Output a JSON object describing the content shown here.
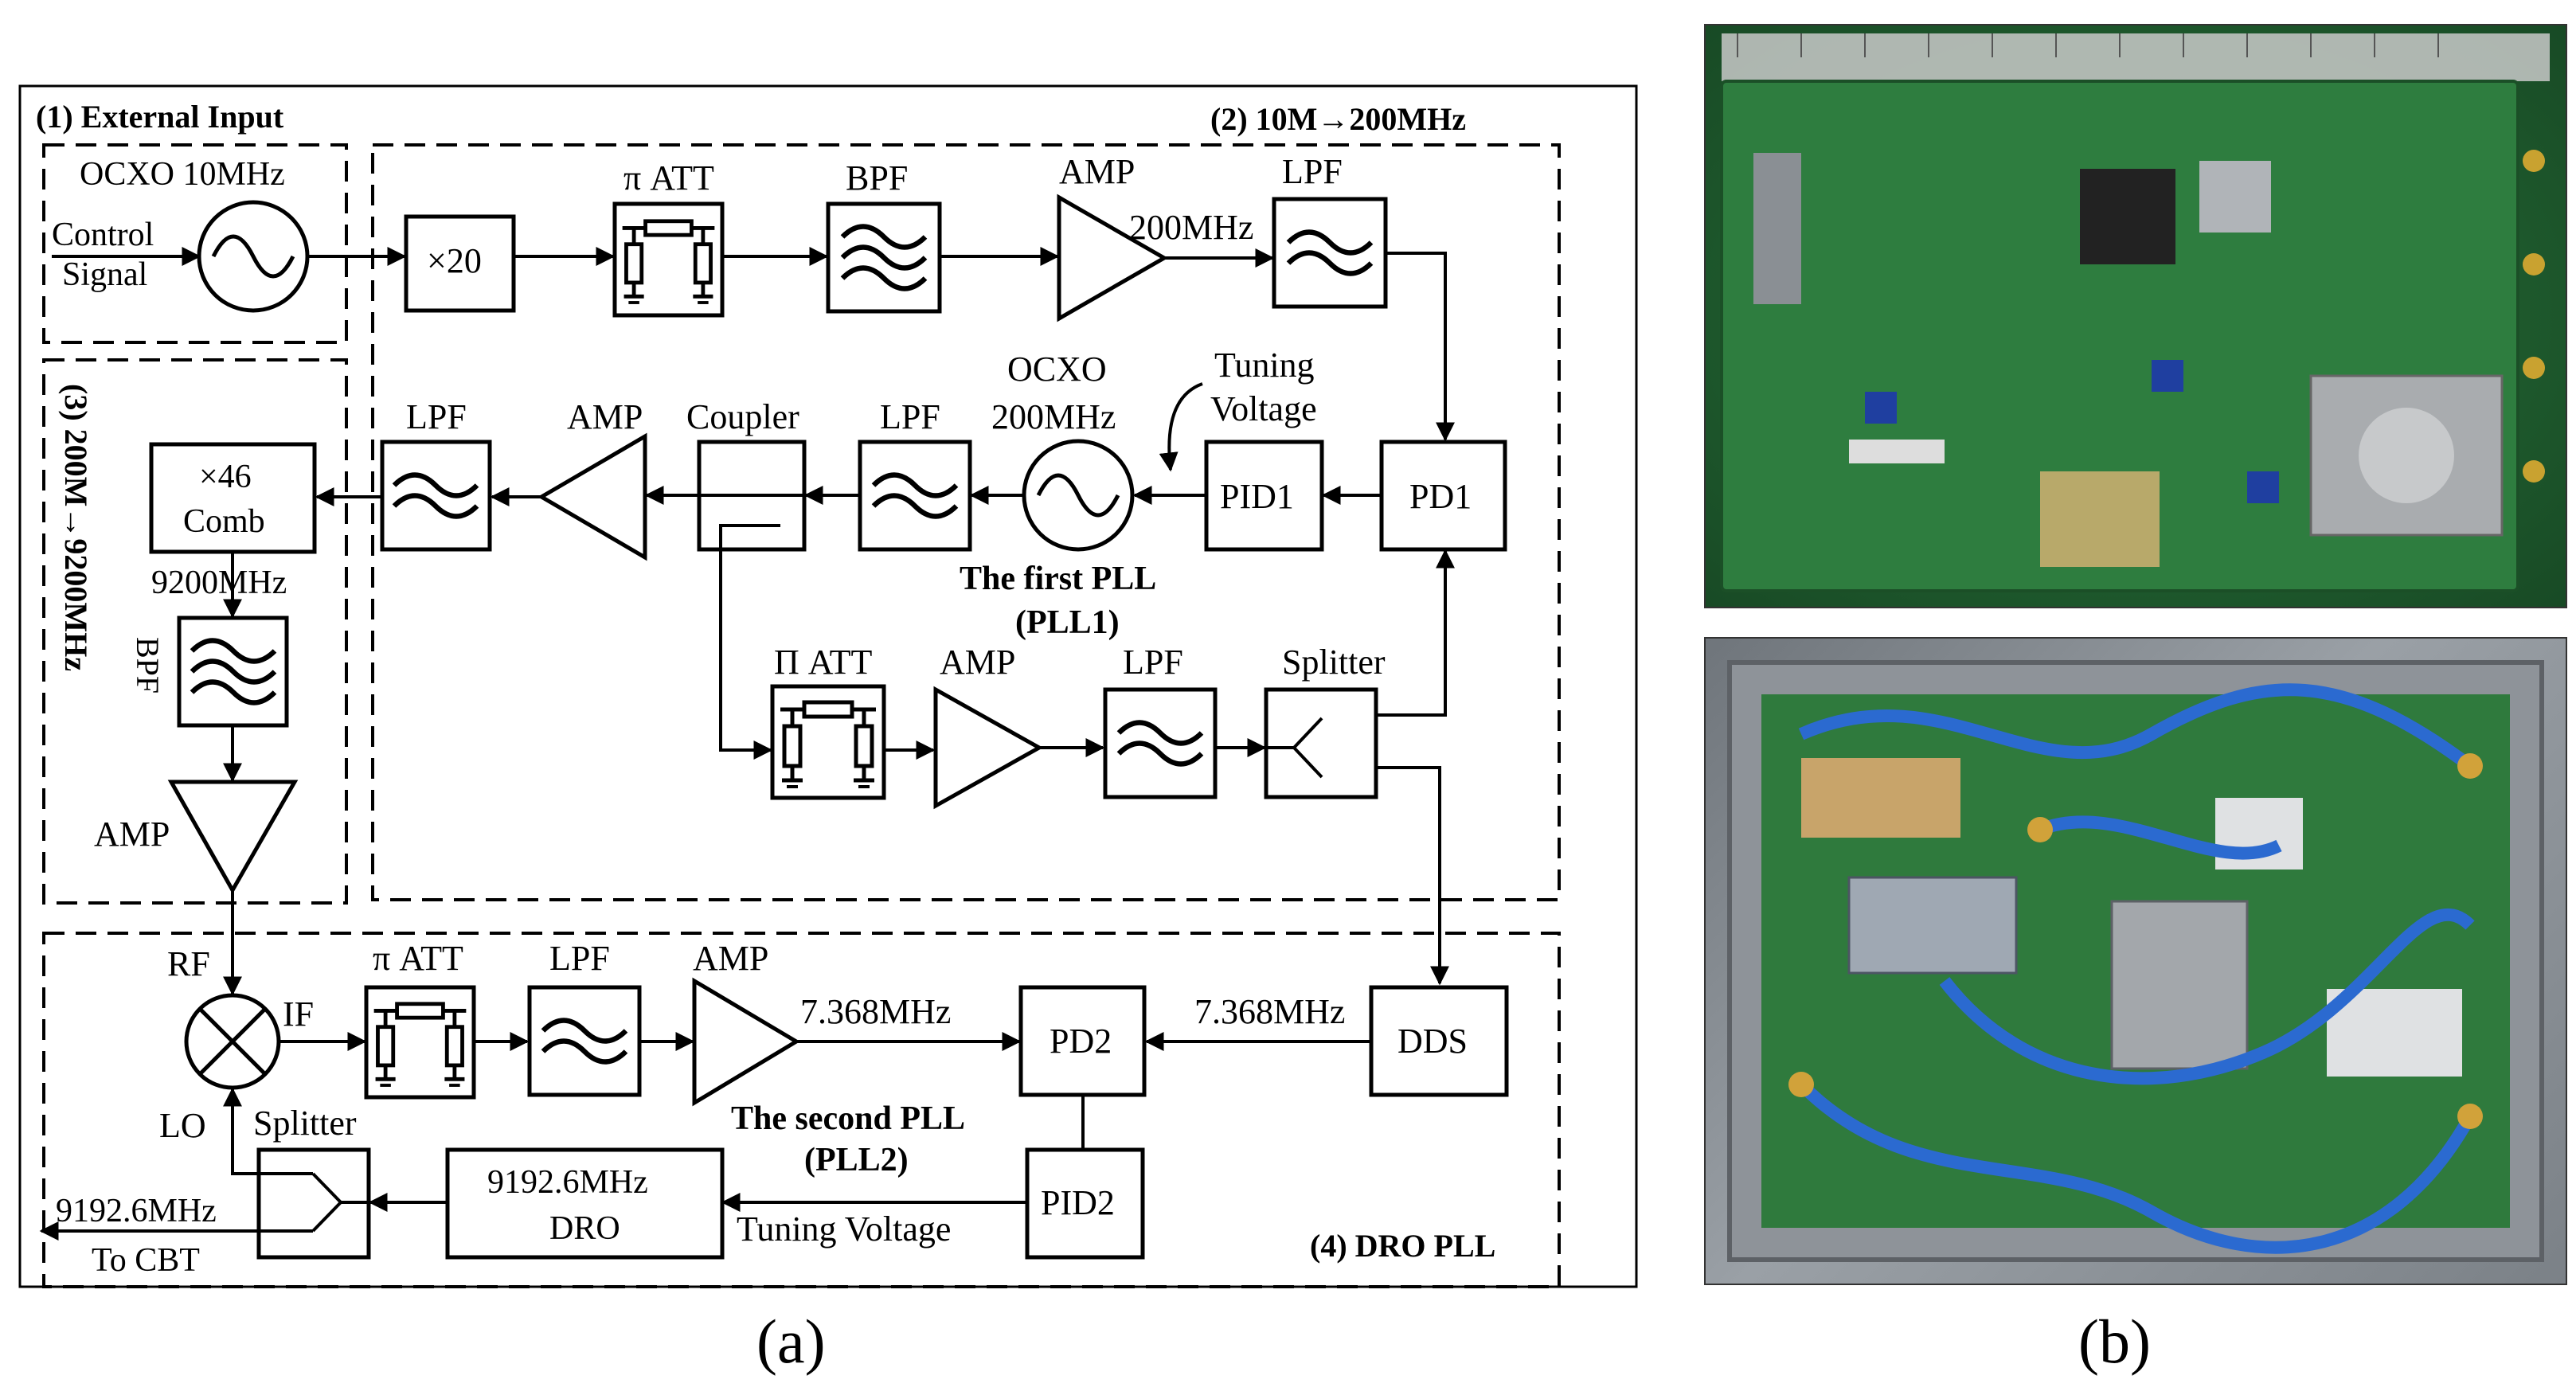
{
  "sections": {
    "external_input": "(1) External Input",
    "ten_to_200": "(2) 10M→200MHz",
    "two00_to_9200": "(3) 200M→9200MHz",
    "dro_pll": "(4) DRO PLL"
  },
  "blocks": {
    "ocxo10_label": "OCXO 10MHz",
    "control_line1": "Control",
    "control_line2": "Signal",
    "mult20": "×20",
    "pi_att_top": "π ATT",
    "bpf_top": "BPF",
    "amp_top": "AMP",
    "freq_200": "200MHz",
    "lpf_top": "LPF",
    "tuning_line1": "Tuning",
    "tuning_line2": "Voltage",
    "ocxo200_line1": "OCXO",
    "ocxo200_line2": "200MHz",
    "pid1": "PID1",
    "pd1": "PD1",
    "coupler": "Coupler",
    "lpf_mid2": "LPF",
    "amp_mid": "AMP",
    "lpf_mid1": "LPF",
    "first_pll_line1": "The first PLL",
    "first_pll_line2": "(PLL1)",
    "big_pi_att": "Π ATT",
    "amp_low": "AMP",
    "lpf_low": "LPF",
    "splitter_mid": "Splitter",
    "mult46_line1": "×46",
    "mult46_line2": "Comb",
    "freq_9200": "9200MHz",
    "bpf_side": "BPF",
    "amp_side": "AMP",
    "rf": "RF",
    "if": "IF",
    "lo": "LO",
    "pi_att_bot": "π ATT",
    "lpf_bot": "LPF",
    "amp_bot": "AMP",
    "freq_7368_left": "7.368MHz",
    "pd2": "PD2",
    "freq_7368_right": "7.368MHz",
    "dds": "DDS",
    "second_pll_line1": "The second PLL",
    "second_pll_line2": "(PLL2)",
    "pid2": "PID2",
    "splitter_bot": "Splitter",
    "dro_line1": "9192.6MHz",
    "dro_line2": "DRO",
    "tuning_voltage_bot": "Tuning Voltage",
    "out_freq": "9192.6MHz",
    "to_cbt": "To CBT"
  },
  "captions": {
    "a": "(a)",
    "b": "(b)"
  },
  "colors": {
    "line": "#000000",
    "background": "#ffffff"
  }
}
